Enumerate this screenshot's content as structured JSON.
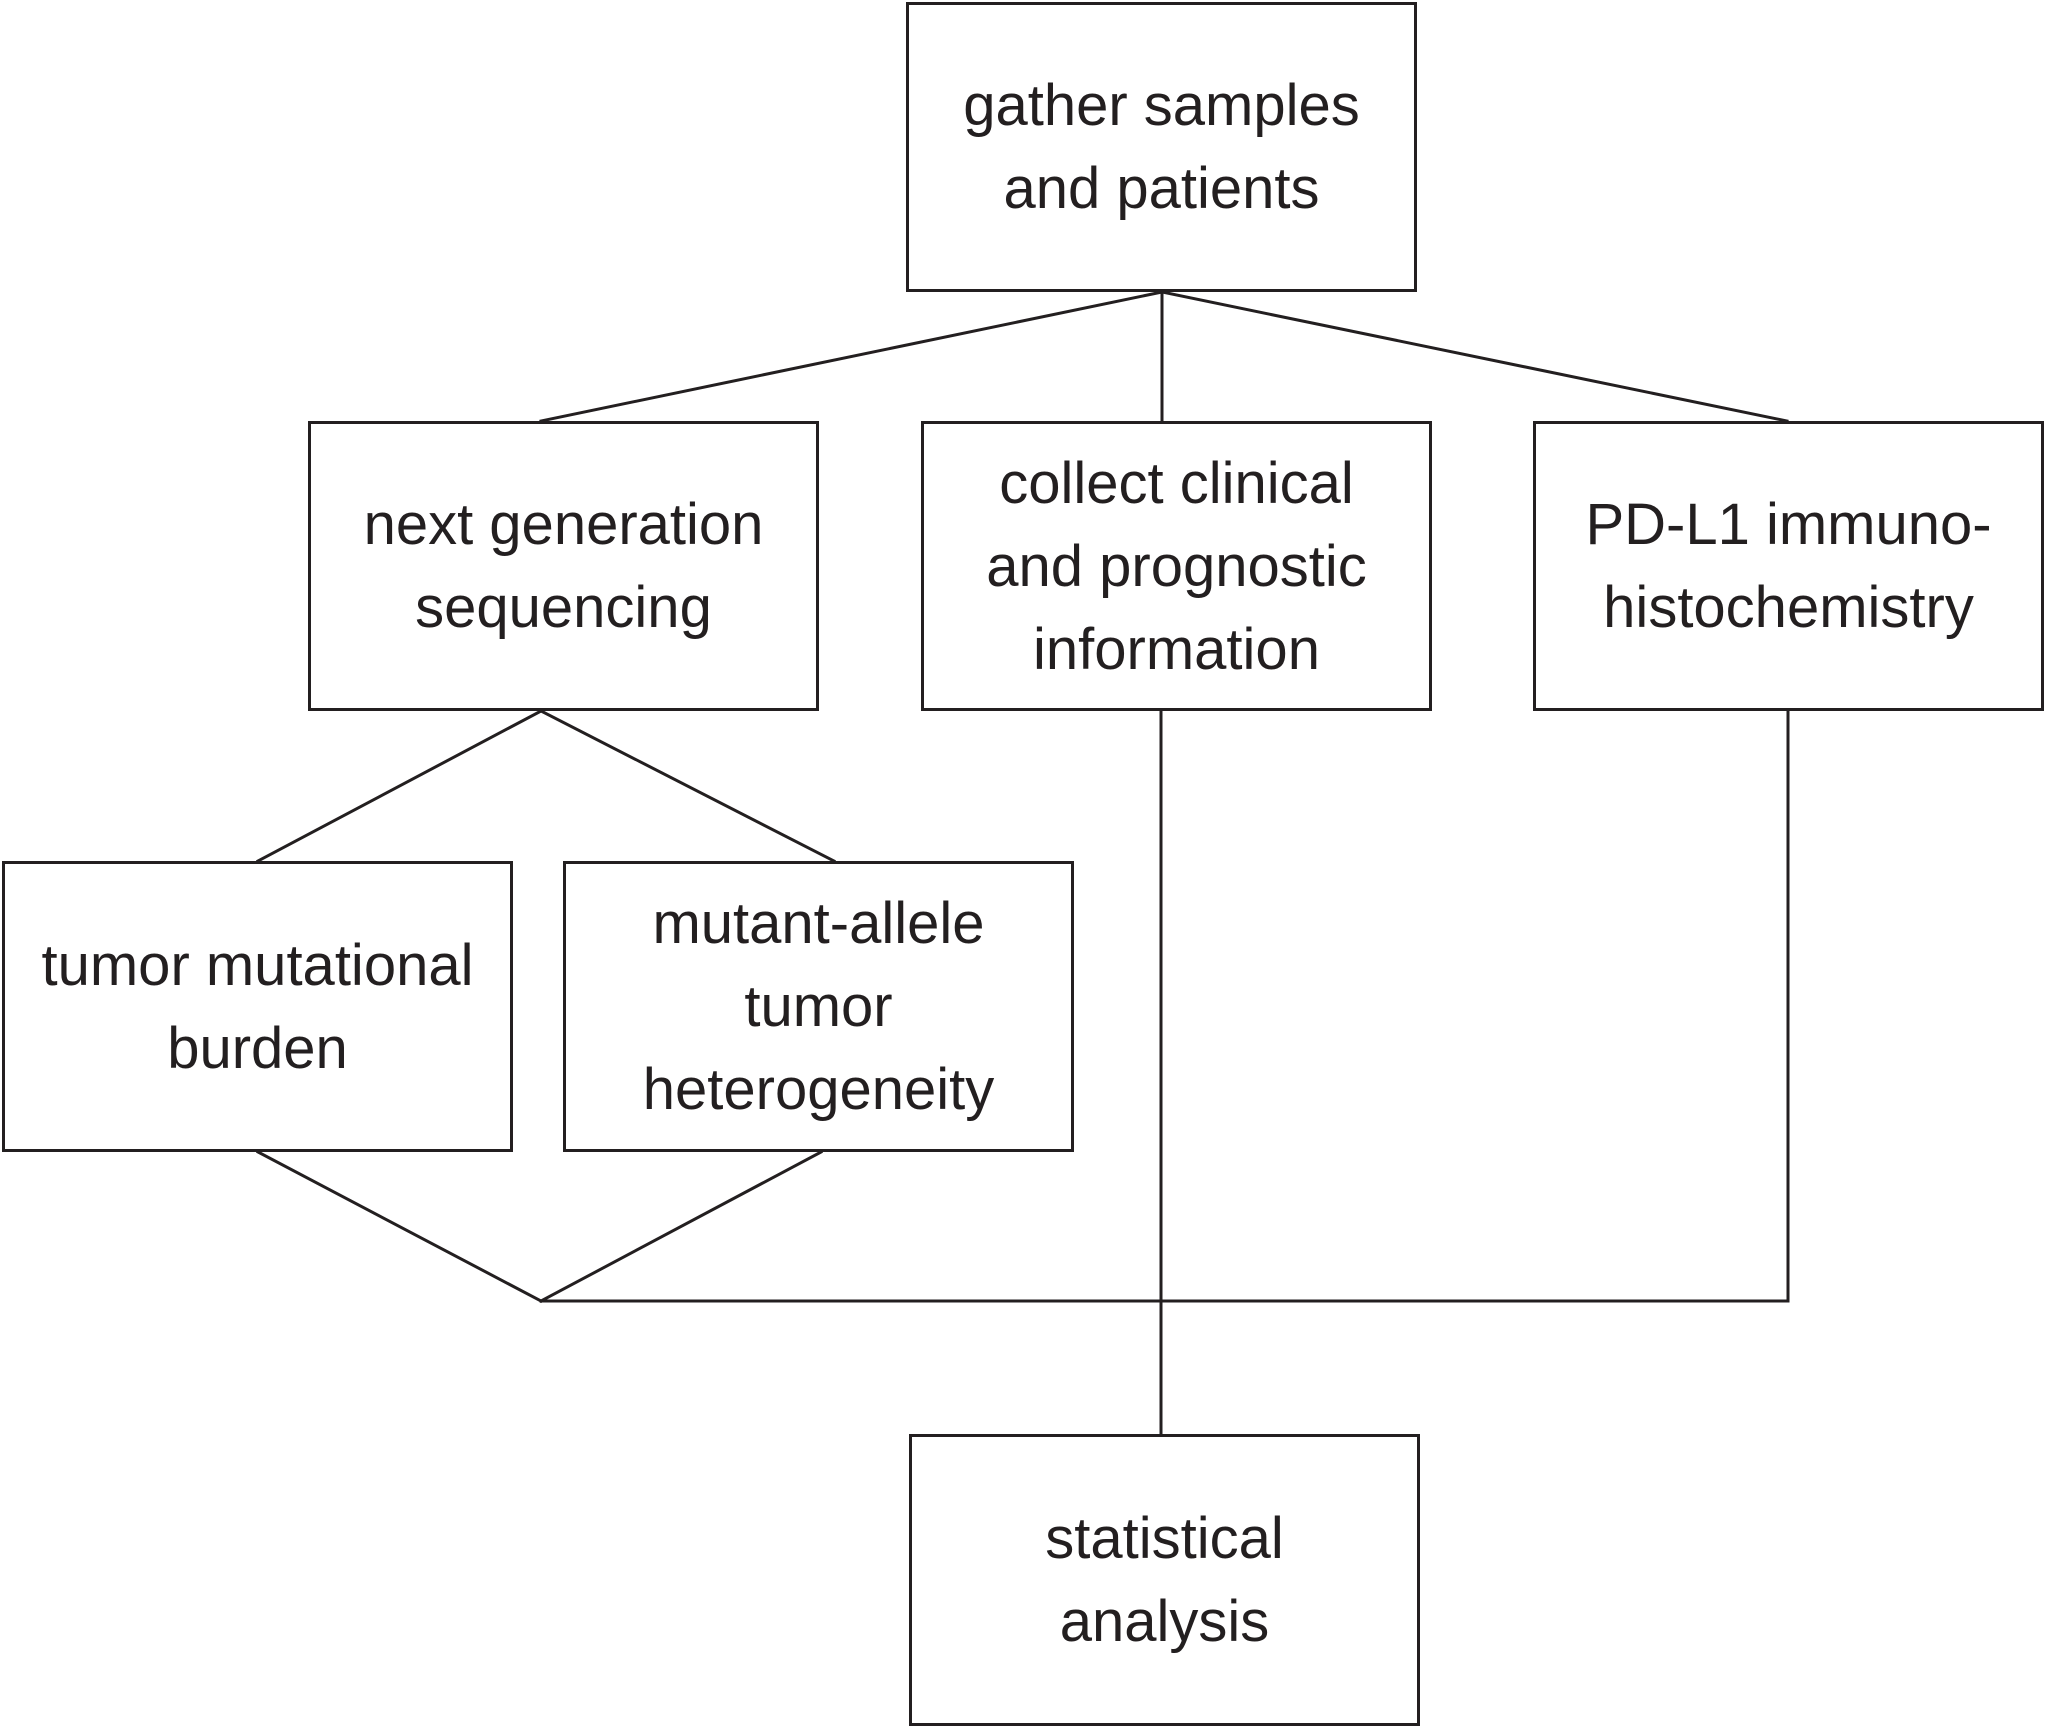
{
  "colors": {
    "stroke": "#231f20",
    "background": "#ffffff"
  },
  "nodes": {
    "gather": {
      "label": "gather samples\nand patients"
    },
    "ngs": {
      "label": "next generation\nsequencing"
    },
    "clinical": {
      "label": "collect clinical\nand prognostic\ninformation"
    },
    "pdl1": {
      "label": "PD-L1 immuno-\nhistochemistry"
    },
    "tmb": {
      "label": "tumor mutational\nburden"
    },
    "math": {
      "label": "mutant-allele\ntumor\nheterogeneity"
    },
    "stats": {
      "label": "statistical\nanalysis"
    }
  },
  "edges": [
    {
      "from": "gather",
      "to": "ngs"
    },
    {
      "from": "gather",
      "to": "clinical"
    },
    {
      "from": "gather",
      "to": "pdl1"
    },
    {
      "from": "ngs",
      "to": "tmb"
    },
    {
      "from": "ngs",
      "to": "math"
    },
    {
      "from": "tmb",
      "to": "stats"
    },
    {
      "from": "math",
      "to": "stats"
    },
    {
      "from": "clinical",
      "to": "stats"
    },
    {
      "from": "pdl1",
      "to": "stats"
    }
  ]
}
